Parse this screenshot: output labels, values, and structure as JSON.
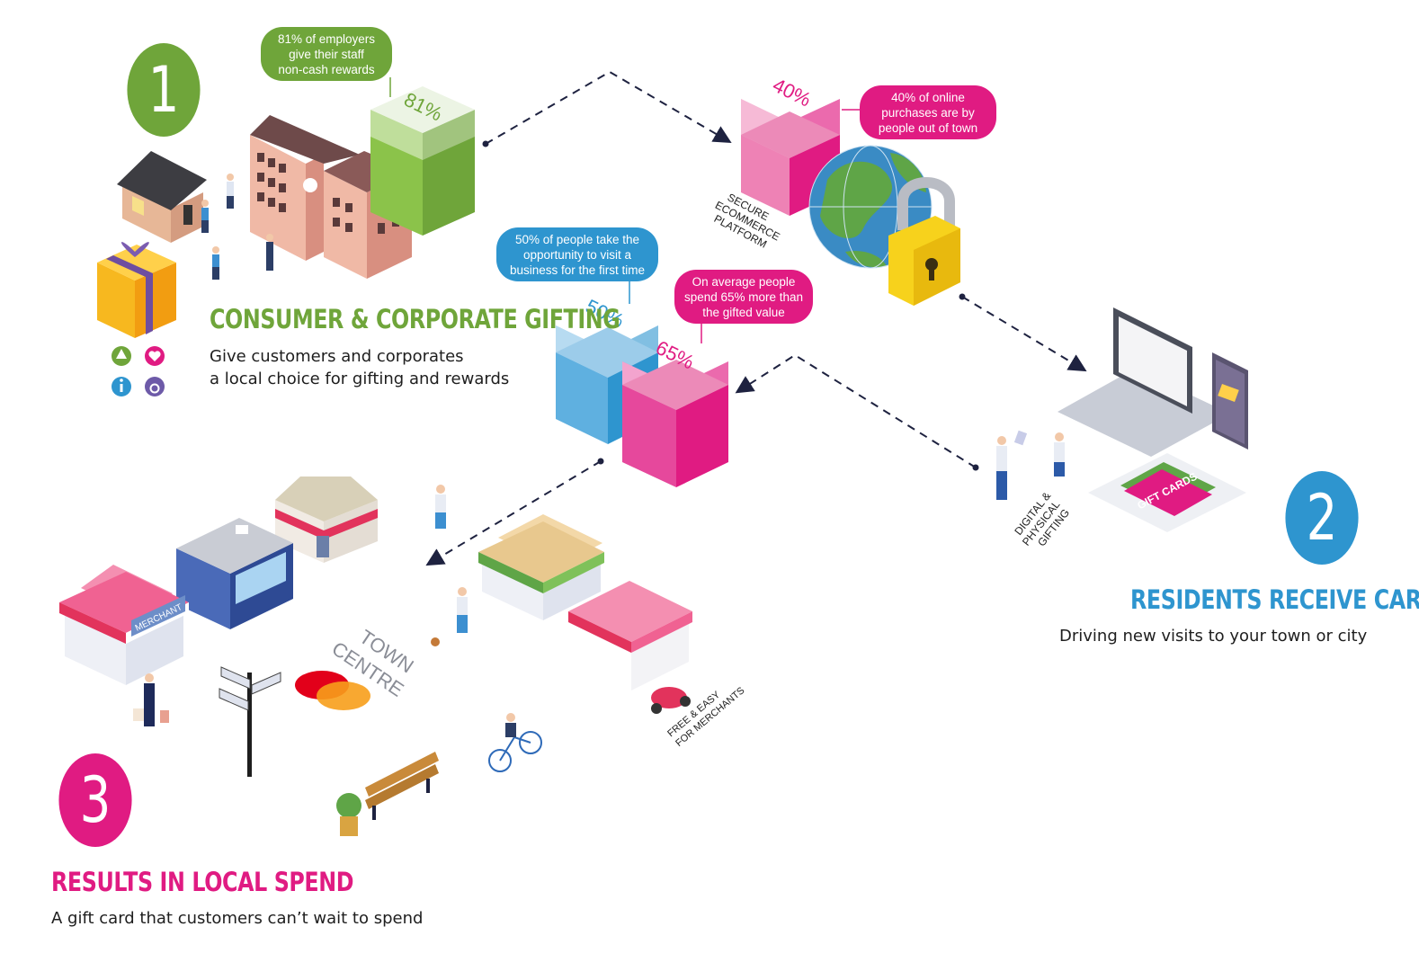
{
  "colors": {
    "green": "#6fa53a",
    "blue": "#2e95cf",
    "pink": "#e01b82",
    "dark": "#1e1e1e"
  },
  "steps": [
    {
      "number": "1",
      "heading": "CONSUMER & CORPORATE GIFTING",
      "description_line1": "Give customers and corporates",
      "description_line2": "a local choice for gifting and rewards"
    },
    {
      "number": "2",
      "heading": "RESIDENTS RECEIVE CARDS",
      "description": "Driving new visits to your town or city"
    },
    {
      "number": "3",
      "heading": "RESULTS IN LOCAL SPEND",
      "description": "A gift card that customers can’t wait to spend"
    }
  ],
  "stats": {
    "employers": {
      "value": "81%",
      "line1": "81% of employers",
      "line2": "give their staff",
      "line3": "non-cash rewards"
    },
    "online": {
      "value": "40%",
      "line1": "40% of online",
      "line2": "purchases are by",
      "line3": "people out of town"
    },
    "first_time": {
      "value": "50%",
      "line1": "50% of people take the",
      "line2": "opportunity to visit a",
      "line3": "business for the first time"
    },
    "spend_more": {
      "value": "65%",
      "line1": "On average people",
      "line2": "spend 65% more than",
      "line3": "the gifted value"
    }
  },
  "labels": {
    "platform": [
      "SECURE",
      "ECOMMERCE",
      "PLATFORM"
    ],
    "gifting": [
      "DIGITAL &",
      "PHYSICAL",
      "GIFTING"
    ],
    "merchants": [
      "FREE & EASY",
      "FOR MERCHANTS"
    ],
    "town": [
      "TOWN",
      "CENTRE"
    ],
    "merchant_sign": "MERCHANT",
    "gift_cards": "GIFT CARDS"
  },
  "icons": [
    "tree-icon",
    "heart-icon",
    "info-icon",
    "ring-icon",
    "gift-box-icon",
    "globe-icon",
    "padlock-icon",
    "laptop-icon",
    "phone-icon"
  ]
}
